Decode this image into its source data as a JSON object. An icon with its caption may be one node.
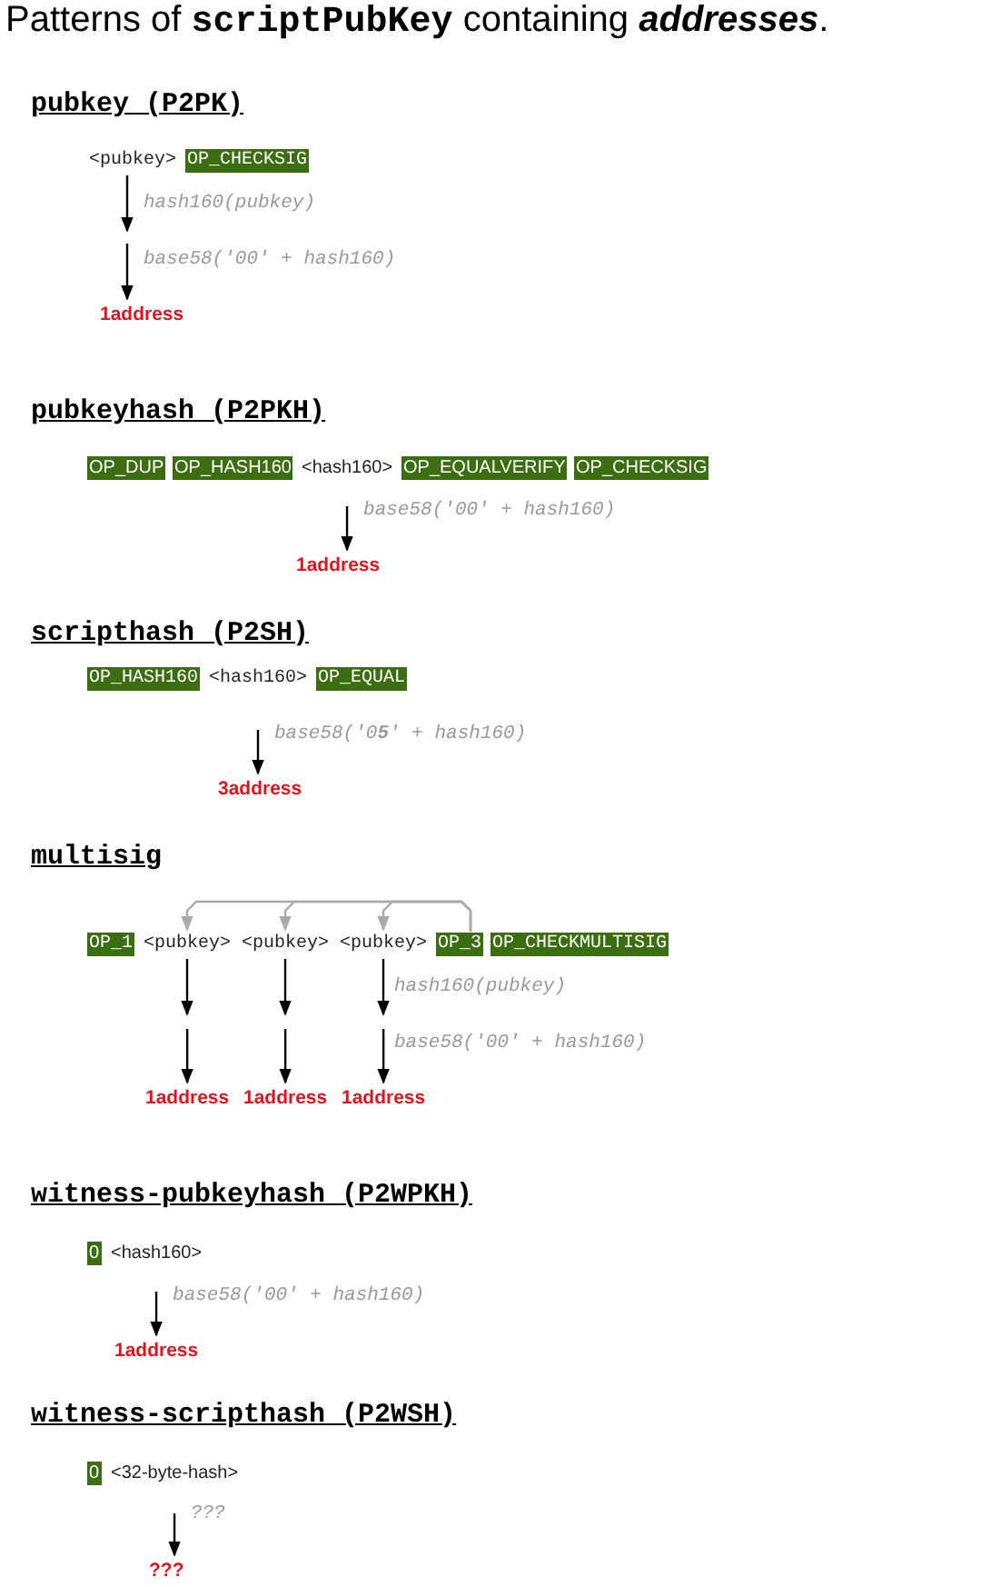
{
  "diagram": {
    "title": "Patterns of **scriptPubKey** containing **addresses**.",
    "nodes": [
      {
        "text": [
          "<pubkey>"
        ]
      },
      {
        "text": [
          "OP_CHECKSIG"
        ]
      },
      {
        "text": [
          "1address"
        ]
      },
      {
        "text": [
          "OP_DUP"
        ]
      },
      {
        "text": [
          "OP_HASH160"
        ]
      },
      {
        "text": [
          "<hash160>"
        ]
      },
      {
        "text": [
          "OP_EQUALVERIFY"
        ]
      },
      {
        "text": [
          "OP_CHECKSIG"
        ]
      },
      {
        "text": [
          "1address"
        ]
      },
      {
        "text": [
          "OP_HASH160"
        ]
      },
      {
        "text": [
          "<hash160>"
        ]
      },
      {
        "text": [
          "OP_EQUAL"
        ]
      },
      {
        "text": [
          "3address"
        ]
      },
      {
        "text": [
          "OP_1"
        ]
      },
      {
        "text": [
          "<pubkey>"
        ]
      },
      {
        "text": [
          "<pubkey>"
        ]
      },
      {
        "text": [
          "<pubkey>"
        ]
      },
      {
        "text": [
          "OP_3"
        ]
      },
      {
        "text": [
          "OP_CHECKMULTISIG"
        ]
      },
      {
        "text": [
          "1address"
        ]
      },
      {
        "text": [
          "1address"
        ]
      },
      {
        "text": [
          "1address"
        ]
      },
      {
        "text": [
          "0"
        ]
      },
      {
        "text": [
          "<hash160>"
        ]
      },
      {
        "text": [
          "1address"
        ]
      },
      {
        "text": [
          "0"
        ]
      },
      {
        "text": [
          "<32-byte-hash>"
        ]
      },
      {
        "text": [
          "???"
        ]
      }
    ],
    "edges": [
      {
        "from": 0,
        "to": null,
        "arrow": "to",
        "label": "hash160(pubkey)"
      },
      {
        "from": null,
        "to": 2,
        "arrow": "to",
        "label": "base58('00' + hash160)"
      },
      {
        "from": 5,
        "to": 8,
        "arrow": "to",
        "label": "base58('00' + hash160)"
      },
      {
        "from": 10,
        "to": 12,
        "arrow": "to",
        "label": "base58('0**5**' + hash160)"
      },
      {
        "from": 17,
        "to": 14,
        "arrow": "to",
        "color": "#aaaaaa"
      },
      {
        "from": 17,
        "to": 15,
        "arrow": "to",
        "color": "#aaaaaa"
      },
      {
        "from": 17,
        "to": 16,
        "arrow": "to",
        "color": "#aaaaaa"
      },
      {
        "from": 14,
        "to": null,
        "arrow": "to"
      },
      {
        "from": 15,
        "to": null,
        "arrow": "to"
      },
      {
        "from": 16,
        "to": null,
        "arrow": "to",
        "label": "hash160(pubkey)"
      },
      {
        "from": null,
        "to": 19,
        "arrow": "to"
      },
      {
        "from": null,
        "to": 20,
        "arrow": "to"
      },
      {
        "from": null,
        "to": 21,
        "arrow": "to",
        "label": "base58('00' + hash160)"
      },
      {
        "from": 23,
        "to": 24,
        "arrow": "to",
        "label": "base58('00' + hash160)"
      },
      {
        "from": 26,
        "to": 27,
        "arrow": "to",
        "label": "???"
      }
    ],
    "labels": [
      "pubkey (P2PK)",
      "pubkeyhash (P2PKH)",
      "scripthash (P2SH)",
      "multisig",
      "witness-pubkeyhash (P2WPKH)",
      "witness-scripthash (P2WSH)"
    ]
  }
}
